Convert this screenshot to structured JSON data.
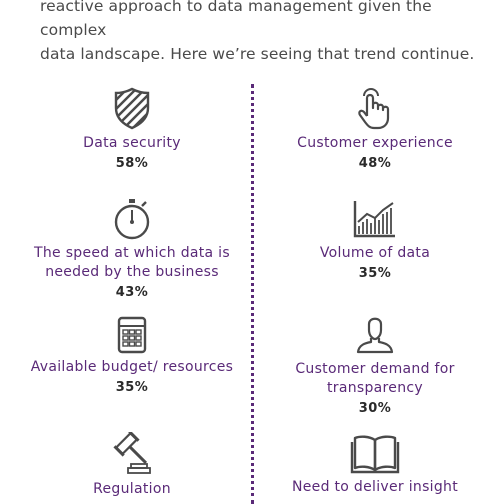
{
  "intro": {
    "line1": "reactive approach to data management given the complex",
    "line2": "data landscape. Here we’re seeing that trend continue."
  },
  "colors": {
    "accent": "#5a2a78",
    "icon": "#4a4a4a",
    "text": "#2a2a2a"
  },
  "items": [
    {
      "icon": "shield-icon",
      "label": "Data security",
      "value": "58%"
    },
    {
      "icon": "touch-hand-icon",
      "label": "Customer experience",
      "value": "48%"
    },
    {
      "icon": "stopwatch-icon",
      "label": "The speed at which data is needed by the business",
      "value": "43%"
    },
    {
      "icon": "growth-chart-icon",
      "label": "Volume of data",
      "value": "35%"
    },
    {
      "icon": "calculator-icon",
      "label": "Available budget/ resources",
      "value": "35%"
    },
    {
      "icon": "person-icon",
      "label": "Customer demand for transparency",
      "value": "30%"
    },
    {
      "icon": "gavel-icon",
      "label": "Regulation",
      "value": ""
    },
    {
      "icon": "open-book-icon",
      "label": "Need to deliver insight",
      "value": ""
    }
  ]
}
